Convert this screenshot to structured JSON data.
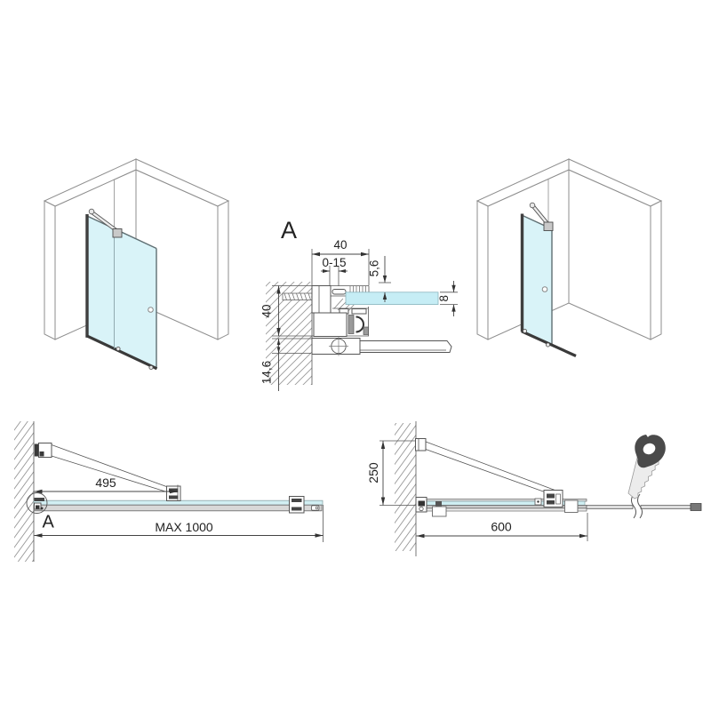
{
  "detail_a": {
    "marker": "A",
    "top_width": "40",
    "adjustment_range": "0-15",
    "glass_inset": "5,6",
    "profile_height": "40",
    "rail_height": "14,6",
    "glass_thickness": "8"
  },
  "plan_max": {
    "detail_marker": "A",
    "brace_distance": "495",
    "max_width": "MAX 1000"
  },
  "plan_600": {
    "wall_offset": "250",
    "glass_width": "600"
  },
  "colors": {
    "glass": "#d9f3f8",
    "section_glass": "#c6edf5",
    "metal_dark": "#3f3f3f"
  }
}
